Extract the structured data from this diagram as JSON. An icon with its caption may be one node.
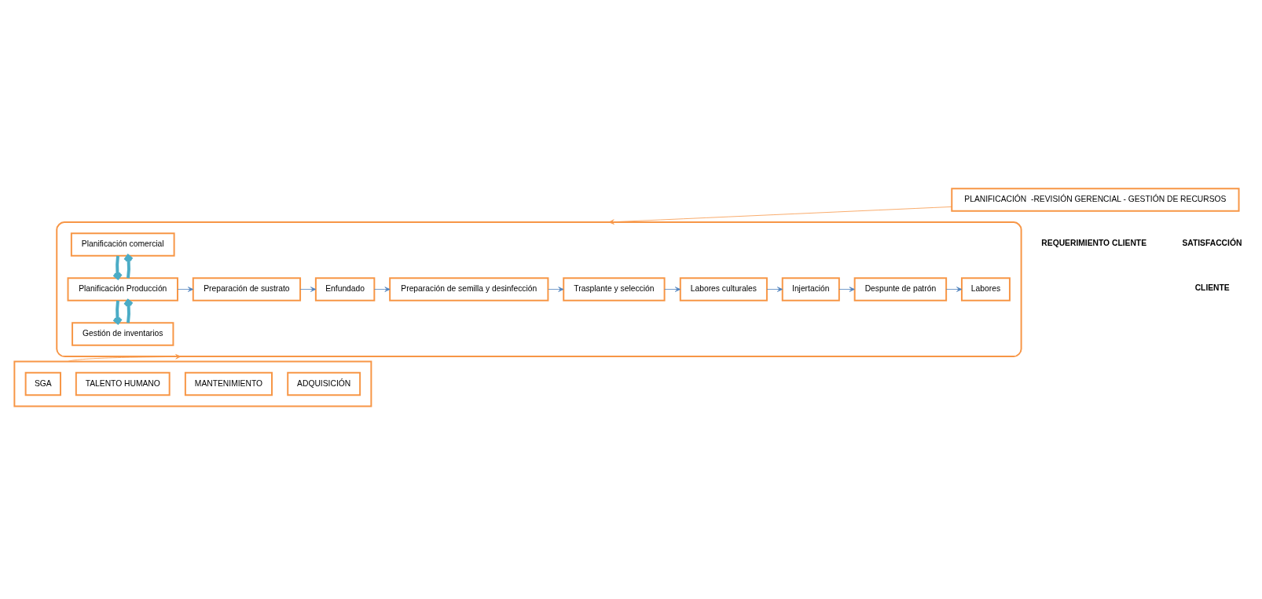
{
  "diagram": {
    "nodes": [
      {
        "text": [
          "PLANIFICACIÓN  -REVISIÓN GERENCIAL - GESTIÓN DE RECURSOS"
        ]
      },
      {
        "text": [],
        "shape": "pentagon"
      },
      {
        "text": [
          "Planificación comercial"
        ],
        "in": 1
      },
      {
        "text": [
          "Planificación Producción"
        ],
        "in": 1
      },
      {
        "text": [
          "Gestión de inventarios"
        ],
        "in": 1
      },
      {
        "text": [
          "Preparación de sustrato"
        ],
        "in": 1
      },
      {
        "text": [
          "Enfundado"
        ],
        "in": 1
      },
      {
        "text": [
          "Preparación de semilla y desinfección"
        ],
        "in": 1
      },
      {
        "text": [
          "Trasplante y selección"
        ],
        "in": 1
      },
      {
        "text": [
          "Labores culturales"
        ],
        "in": 1
      },
      {
        "text": [
          "Injertación"
        ],
        "in": 1
      },
      {
        "text": [
          "Despunte de patrón"
        ],
        "in": 1
      },
      {
        "text": [
          "Labores"
        ],
        "in": 1
      },
      {
        "text": [],
        "shape": "box"
      },
      {
        "text": [
          "SGA"
        ],
        "in": 13
      },
      {
        "text": [
          "TALENTO HUMANO"
        ],
        "in": 13
      },
      {
        "text": [
          "MANTENIMIENTO"
        ],
        "in": 13
      },
      {
        "text": [
          "ADQUISICIÓN"
        ],
        "in": 13
      }
    ],
    "edges": [
      {
        "from": 0,
        "to": 1,
        "arrow": "to",
        "color": "#f79646"
      },
      {
        "from": 13,
        "to": 1,
        "arrow": "to",
        "color": "#f79646"
      },
      {
        "from": 3,
        "to": 2,
        "arrow": "to",
        "style": "thick",
        "color": "#4bacc6"
      },
      {
        "from": 2,
        "to": 3,
        "arrow": "to",
        "style": "thick",
        "color": "#4bacc6"
      },
      {
        "from": 4,
        "to": 3,
        "arrow": "to",
        "style": "thick",
        "color": "#4bacc6"
      },
      {
        "from": 3,
        "to": 4,
        "arrow": "to",
        "style": "thick",
        "color": "#4bacc6"
      },
      {
        "from": 3,
        "to": 5,
        "arrow": "to"
      },
      {
        "from": 5,
        "to": 6,
        "arrow": "to"
      },
      {
        "from": 6,
        "to": 7,
        "arrow": "to"
      },
      {
        "from": 7,
        "to": 8,
        "arrow": "to"
      },
      {
        "from": 8,
        "to": 9,
        "arrow": "to"
      },
      {
        "from": 9,
        "to": 10,
        "arrow": "to"
      },
      {
        "from": 10,
        "to": 11,
        "arrow": "to"
      },
      {
        "from": 11,
        "to": 12,
        "arrow": "to"
      }
    ],
    "labels": [
      "REQUERIMIENTO CLIENTE",
      "SATISFACCIÓN",
      "CLIENTE"
    ]
  }
}
